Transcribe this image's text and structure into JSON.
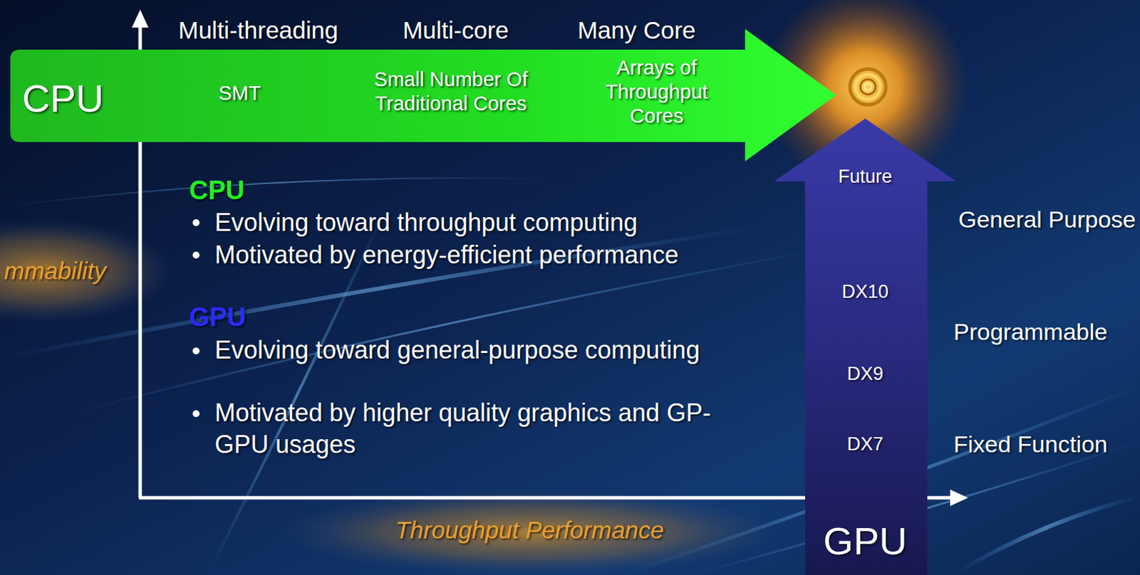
{
  "diagram": {
    "nodes": [
      {
        "text": [
          "CPU",
          "SMT",
          "Small Number Of Traditional Cores",
          "Arrays of Throughput Cores"
        ]
      },
      {
        "text": [
          "Future",
          "DX10",
          "DX9",
          "DX7",
          "GPU"
        ]
      }
    ],
    "labels": [
      "Multi-threading",
      "Multi-core",
      "Many Core",
      "mmability",
      "CPU",
      "Evolving toward throughput computing",
      "Motivated by energy-efficient performance",
      "GPU",
      "Evolving toward general-purpose computing",
      "Motivated by higher quality graphics and GP-GPU usages",
      "General Purpose",
      "Programmable",
      "Fixed Function",
      "Throughput Performance"
    ]
  }
}
